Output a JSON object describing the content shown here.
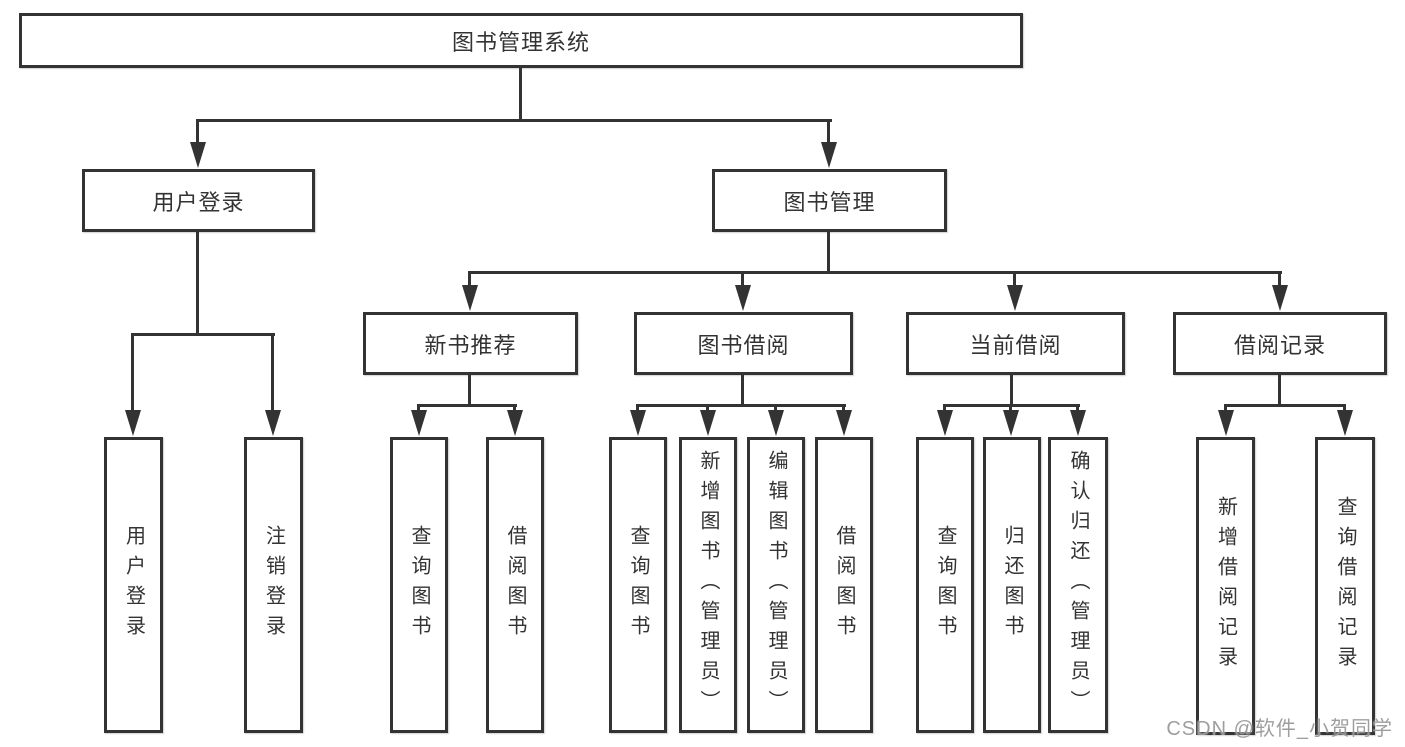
{
  "diagram": {
    "title": "图书管理系统",
    "branches": [
      {
        "label": "用户登录",
        "children": [
          {
            "label": "用户登录"
          },
          {
            "label": "注销登录"
          }
        ]
      },
      {
        "label": "图书管理",
        "children": [
          {
            "label": "新书推荐",
            "children": [
              {
                "label": "查询图书"
              },
              {
                "label": "借阅图书"
              }
            ]
          },
          {
            "label": "图书借阅",
            "children": [
              {
                "label": "查询图书"
              },
              {
                "label": "新增图书（管理员）"
              },
              {
                "label": "编辑图书（管理员）"
              },
              {
                "label": "借阅图书"
              }
            ]
          },
          {
            "label": "当前借阅",
            "children": [
              {
                "label": "查询图书"
              },
              {
                "label": "归还图书"
              },
              {
                "label": "确认归还（管理员）"
              }
            ]
          },
          {
            "label": "借阅记录",
            "children": [
              {
                "label": "新增借阅记录"
              },
              {
                "label": "查询借阅记录"
              }
            ]
          }
        ]
      }
    ]
  },
  "watermark": {
    "text": "CSDN @软件_小贺同学"
  },
  "colors": {
    "line": "#333333",
    "node_border": "#333333",
    "node_text": "#333333",
    "background": "#ffffff",
    "watermark": "#969696"
  }
}
